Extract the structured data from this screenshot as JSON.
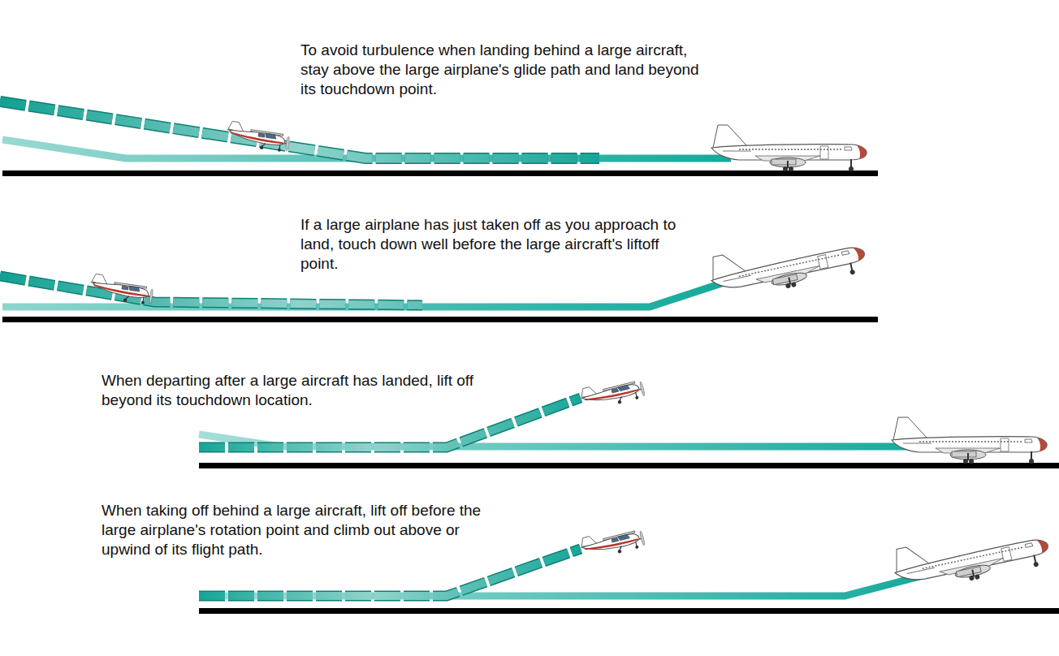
{
  "diagram": {
    "labels": [
      "To avoid turbulence when landing behind a large aircraft, stay above the large airplane's glide path and land beyond its touchdown point.",
      "If a large airplane has just taken off as you approach to land, touch down well before the large aircraft's liftoff point.",
      "When departing after a large aircraft has landed, lift off beyond its touchdown location.",
      "When taking off behind a large aircraft, lift off before the large airplane's rotation point and climb out above or upwind of its flight path."
    ]
  }
}
